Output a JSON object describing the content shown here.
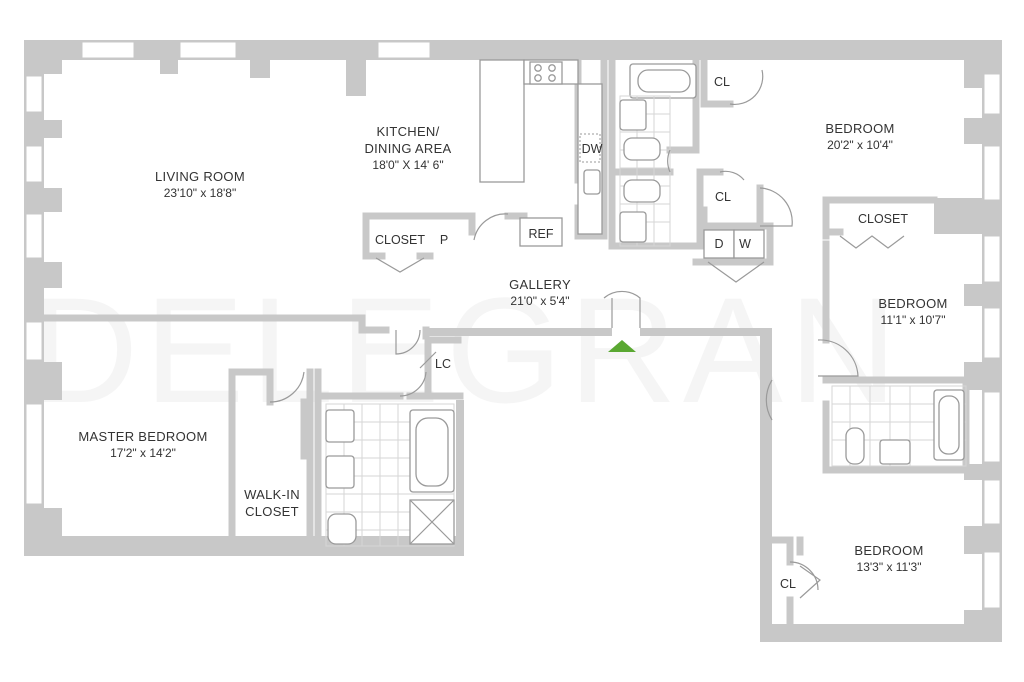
{
  "rooms": {
    "living": {
      "name": "LIVING ROOM",
      "dims": "23'10\" x 18'8\""
    },
    "kitchen": {
      "name_line1": "KITCHEN/",
      "name_line2": "DINING AREA",
      "dims": "18'0\" X 14' 6\""
    },
    "gallery": {
      "name": "GALLERY",
      "dims": "21'0\" x 5'4\""
    },
    "master": {
      "name": "MASTER BEDROOM",
      "dims": "17'2\" x 14'2\""
    },
    "walkin": {
      "name_line1": "WALK-IN",
      "name_line2": "CLOSET"
    },
    "bedroom1": {
      "name": "BEDROOM",
      "dims": "20'2\" x 10'4\""
    },
    "bedroom2": {
      "name": "BEDROOM",
      "dims": "11'1\" x 10'7\""
    },
    "bedroom3": {
      "name": "BEDROOM",
      "dims": "13'3\" x 11'3\""
    }
  },
  "labels": {
    "closet_kitchen": "CLOSET",
    "pantry": "P",
    "ref": "REF",
    "dw": "DW",
    "cl_top": "CL",
    "cl_mid": "CL",
    "dryer": "D",
    "washer": "W",
    "closet_bed2": "CLOSET",
    "lc": "LC",
    "cl_bed3": "CL"
  },
  "watermark": "DELEGRAN",
  "colors": {
    "walls": "#c8c8c8",
    "entry_marker": "#5aa832",
    "text": "#333333"
  }
}
